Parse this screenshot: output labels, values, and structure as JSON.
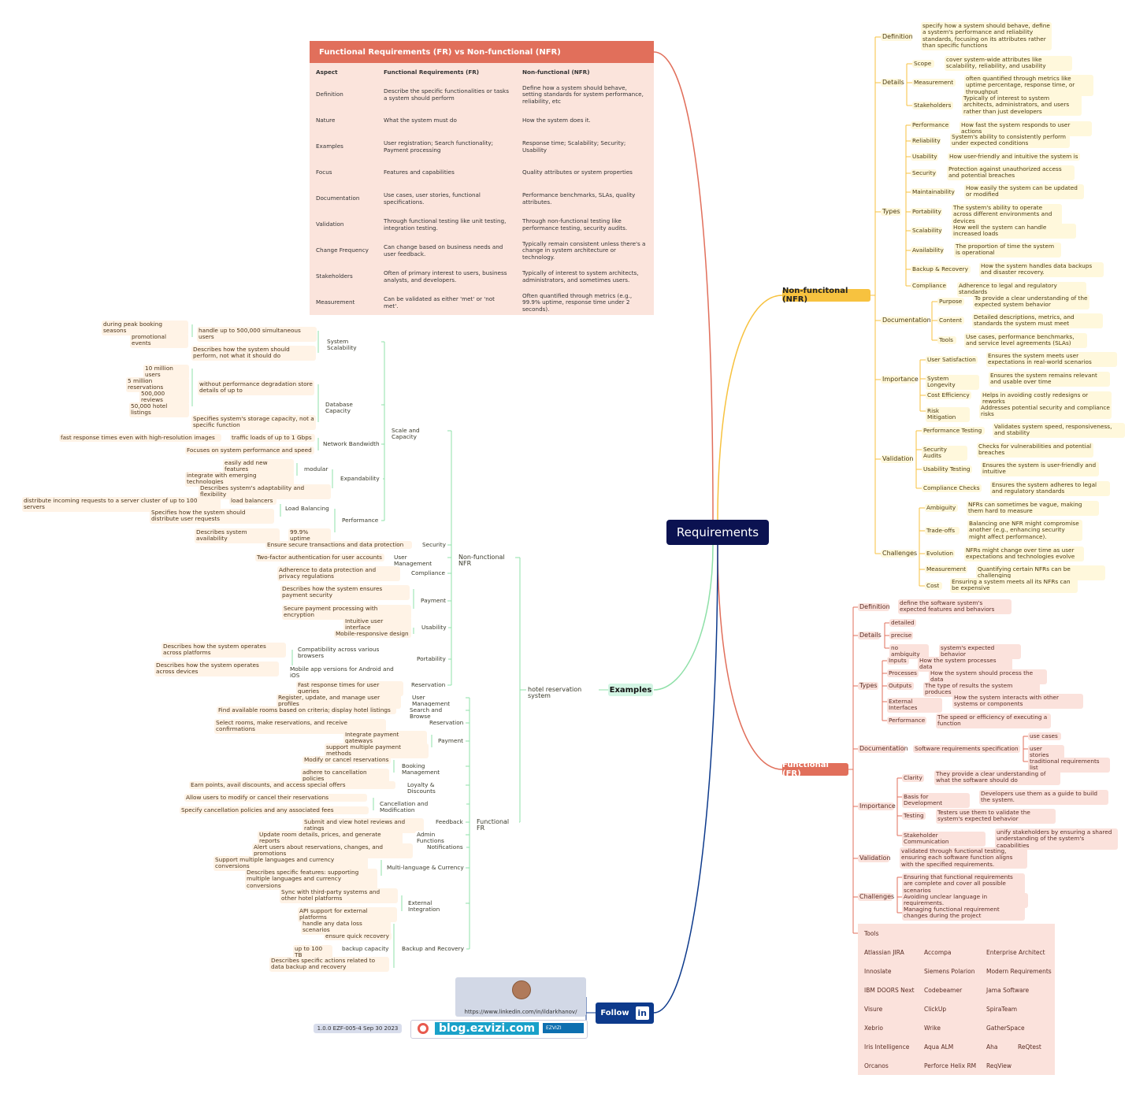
{
  "root": "Requirements",
  "main": {
    "nfr": "Non-funcitonal (NFR)",
    "fr": "Functional (FR)",
    "examples": "Examples",
    "follow": "Follow"
  },
  "colors": {
    "nfr": "#f7c23f",
    "fr": "#e16f5b",
    "examples": "#8fe0a8",
    "follow": "#0d3a8c",
    "root": "#0b1251"
  },
  "table": {
    "title": "Functional Requirements (FR) vs Non-functional (NFR)",
    "headers": [
      "Aspect",
      "Functional Requirements (FR)",
      "Non-functional (NFR)"
    ],
    "rows": [
      [
        "Definition",
        "Describe the specific functionalities or tasks a system should perform",
        "Define how a system should behave, setting standards for system performance, reliability, etc"
      ],
      [
        "Nature",
        "What the system must do",
        "How the system does it."
      ],
      [
        "Examples",
        "User registration; Search functionality; Payment processing",
        "Response time; Scalability; Security;  Usability"
      ],
      [
        "Focus",
        "Features and capabilities",
        "Quality attributes or system properties"
      ],
      [
        "Documentation",
        "Use cases, user stories, functional specifications.",
        "Performance benchmarks, SLAs, quality attributes."
      ],
      [
        "Validation",
        "Through functional testing like unit testing, integration testing.",
        "Through non-functional testing like performance testing, security audits."
      ],
      [
        "Change Frequency",
        "Can change based on business needs and user feedback.",
        "Typically remain consistent unless there's a change in system architecture or technology."
      ],
      [
        "Stakeholders",
        "Often of primary interest to users, business analysts, and developers.",
        "Typically of interest to system architects, administrators, and sometimes users."
      ],
      [
        "Measurement",
        "Can be validated as either 'met' or 'not met'.",
        "Often quantified through metrics (e.g., 99.9% uptime, response time under 2 seconds)."
      ]
    ]
  },
  "nfr": [
    "Definition",
    "specify how a system should behave,  define a system's performance and reliability standards, focusing on its attributes rather than specific functions",
    "Details",
    "Scope",
    "cover system-wide attributes like scalability, reliability, and usability",
    "Measurement",
    "often quantified through metrics like uptime percentage, response time, or throughput",
    "Stakeholders",
    "Typically of interest to system architects, administrators, and users rather than just developers",
    "Types",
    "Performance",
    "How fast the system responds to user actions",
    "Reliability",
    "System's ability to consistently perform under expected conditions",
    "Usability",
    "How user-friendly and intuitive the system is",
    "Security",
    "Protection against unauthorized access and potential breaches",
    "Maintainability",
    "How easily the system can be updated or modified",
    "Portability",
    "The system's ability to operate across different environments and devices",
    "Scalability",
    "How well the system can handle increased loads",
    "Availability",
    "The proportion of time the system is operational",
    "Backup & Recovery",
    "How the system handles data backups and disaster recovery.",
    "Compliance",
    "Adherence to legal and regulatory standards",
    "Documentation",
    "Purpose",
    "To provide a clear understanding of the expected system behavior",
    "Content",
    "Detailed descriptions, metrics, and standards the system must meet",
    "Tools",
    "Use cases, performance benchmarks, and service level agreements (SLAs)",
    "Importance",
    "User Satisfaction",
    "Ensures the system meets user expectations in real-world scenarios",
    "System Longevity",
    "Ensures the system remains relevant and usable over time",
    "Cost Efficiency",
    "Helps in avoiding costly redesigns or reworks",
    "Risk Mitigation",
    "Addresses potential security and compliance risks",
    "Validation",
    "Performance Testing",
    "Validates system speed, responsiveness, and stability",
    "Security Audits",
    "Checks for vulnerabilities and potential breaches",
    "Usability Testing",
    "Ensures the system is user-friendly and intuitive",
    "Compliance Checks",
    "Ensures the system adheres to legal and regulatory standards",
    "Challenges",
    "Ambiguity",
    "NFRs can sometimes be vague, making them hard to measure",
    "Trade-offs",
    "Balancing one NFR might compromise another (e.g., enhancing security might affect performance).",
    "Evolution",
    "NFRs might change over time as user expectations and technologies evolve",
    "Measurement",
    "Quantifying certain NFRs can be challenging",
    "Cost",
    "Ensuring a system meets all its NFRs can be expensive"
  ],
  "fr": [
    "Definition",
    "define the software system's expected features and behaviors",
    "Details",
    "detailed",
    "precise",
    "no ambiguity",
    "system's expected behavior",
    "Types",
    "Inputs",
    "How the system processes data",
    "Processes",
    "How the system should process the data",
    "Outputs",
    "The type of results the system produces",
    "External Interfaces",
    "How the system interacts with other systems or components",
    "Performance",
    "The speed or efficiency of executing a function",
    "Documentation",
    "Software requirements specification",
    "use cases",
    "user stories",
    "traditional requirements list",
    "Importance",
    "Clarity",
    "They provide a clear understanding of what the software should do",
    "Basis for Development",
    "Developers use them as a guide to build the system.",
    "Testing",
    "Testers use them to validate the system's expected behavior",
    "Stakeholder Communication",
    "unify stakeholders by ensuring a shared understanding of the system's capabilities",
    "Validation",
    "validated through functional testing, ensuring each software function aligns with the specified requirements.",
    "Challenges",
    "Ensuring that functional requirements are complete and cover all possible scenarios",
    "Avoiding unclear language in requirements.",
    "Managing functional requirement changes during the project"
  ],
  "tools": {
    "title": "Tools",
    "items": [
      "Atlassian JIRA",
      "Accompa",
      "Enterprise Architect",
      "Innoslate",
      "Siemens Polarion",
      "Modern Requirements",
      "IBM DOORS Next",
      "Codebeamer",
      "Jama Software",
      "Visure",
      "ClickUp",
      "SpiraTeam",
      "Xebrio",
      "Wrike",
      "GatherSpace",
      "Iris Intelligence",
      "Aqua ALM",
      "Aha",
      "ReQtest",
      "Orcanos",
      "Perforce Helix RM",
      "ReqView"
    ]
  },
  "examples": [
    "hotel reservation system",
    "Non-functional NFR",
    "Scale and Capacity",
    "System Scalability",
    "handle up to 500,000 simultaneous users",
    "during peak booking seasons",
    "promotional events",
    "Describes how the system should perform, not what it should do",
    "Database Capacity",
    "10 million users",
    "5 million reservations",
    "500,000 reviews",
    "50,000 hotel listings",
    "without performance degradation store details of up to",
    "Specifies system's storage capacity, not a specific function",
    "Network Bandwidth",
    "traffic loads of up to 1 Gbps",
    "fast response times even with high-resolution images",
    "Focuses on system performance and speed",
    "Expandability",
    "modular",
    "easily add new features",
    "integrate with emerging technologies",
    "Describes system's adaptability and flexibility",
    "Performance",
    "Load Balancing",
    "load balancers",
    "distribute incoming requests to a server cluster of up to 100 servers",
    "Specifies how the system should distribute user requests",
    "99.9% uptime",
    "Describes system availability",
    "Security",
    "Ensure secure transactions and data protection",
    "User Management",
    "Two-factor authentication for user accounts",
    "Compliance",
    "Adherence to data protection and privacy regulations",
    "Payment",
    "Describes how the system ensures payment security",
    "Secure payment processing with encryption",
    "Usability",
    "Intuitive user interface",
    "Mobile-responsive design",
    "Portability",
    "Compatibility across various browsers",
    "Describes how the system operates across platforms",
    "Mobile app versions for Android and iOS",
    "Describes how the system operates across devices",
    "Reservation",
    "Fast response times for user queries",
    "Functional FR",
    "User Management",
    "Register, update, and manage user profiles",
    "Search and Browse",
    "Find available rooms based on criteria; display hotel listings",
    "Reservation",
    "Select rooms, make reservations, and receive confirmations",
    "Payment",
    "Integrate payment gateways",
    "support multiple payment methods",
    "Booking Management",
    "Modify or cancel reservations",
    "adhere to cancellation policies",
    "Loyalty & Discounts",
    "Earn points, avail discounts, and access special offers",
    "Cancellation and Modification",
    "Allow users to modify or cancel their reservations",
    "Specify cancellation policies and any associated fees",
    "Feedback",
    "Submit and view hotel reviews and ratings",
    "Admin Functions",
    "Update room details, prices, and generate reports",
    "Notifications",
    "Alert users about reservations, changes, and promotions",
    "Multi-language & Currency",
    "Support multiple languages and currency conversions",
    "Describes specific features: supporting multiple languages and currency conversions",
    "External Integration",
    "Sync with third-party systems and other hotel platforms",
    "API support for external platforms",
    "Backup and Recovery",
    "handle any data loss scenarios",
    "ensure quick recovery",
    "backup capacity",
    "up to 100 TB",
    "Describes specific actions related to data backup and recovery"
  ],
  "follow": {
    "url": "https://www.linkedin.com/in/ildarkhanov/",
    "blog": "blog.ezvizi.com",
    "badge": "EZVIZI",
    "version": "1.0.0 EZF-005-4 Sep 30 2023",
    "li": "in"
  }
}
